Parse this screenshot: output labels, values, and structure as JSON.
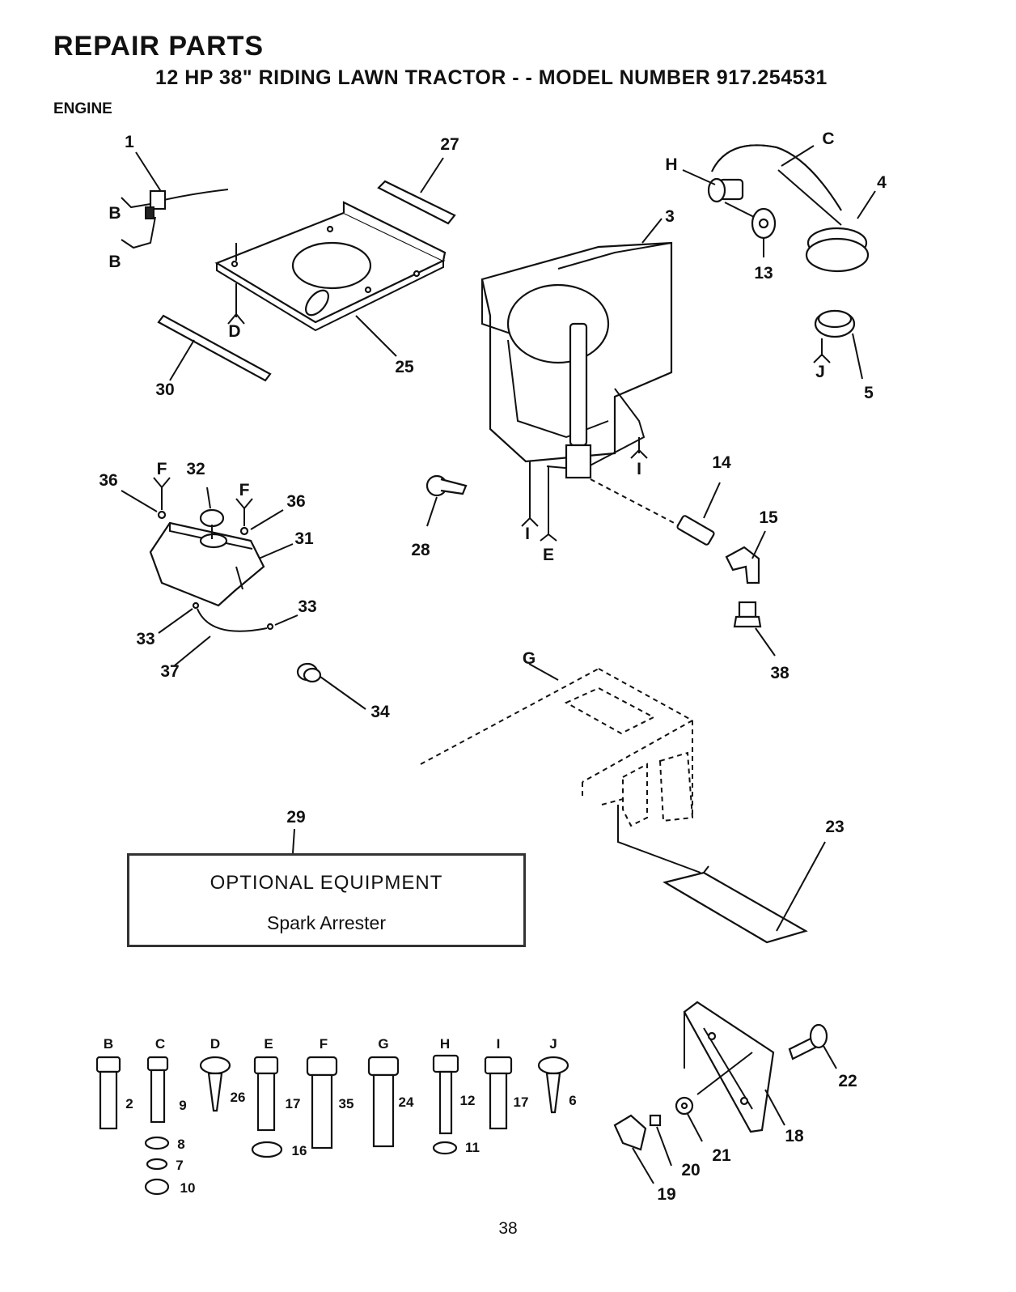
{
  "header": {
    "title": "REPAIR PARTS",
    "subtitle": "12 HP 38\" RIDING LAWN TRACTOR - - MODEL NUMBER 917.254531",
    "section": "ENGINE"
  },
  "callouts": [
    {
      "id": "c1",
      "text": "1"
    },
    {
      "id": "c27",
      "text": "27"
    },
    {
      "id": "c3",
      "text": "3"
    },
    {
      "id": "c4",
      "text": "4"
    },
    {
      "id": "cC",
      "text": "C"
    },
    {
      "id": "cH",
      "text": "H"
    },
    {
      "id": "c13",
      "text": "13"
    },
    {
      "id": "c5",
      "text": "5"
    },
    {
      "id": "cJ",
      "text": "J"
    },
    {
      "id": "cB1",
      "text": "B"
    },
    {
      "id": "cB2",
      "text": "B"
    },
    {
      "id": "cD",
      "text": "D"
    },
    {
      "id": "c25",
      "text": "25"
    },
    {
      "id": "c30",
      "text": "30"
    },
    {
      "id": "c36a",
      "text": "36"
    },
    {
      "id": "cF1",
      "text": "F"
    },
    {
      "id": "c32",
      "text": "32"
    },
    {
      "id": "cF2",
      "text": "F"
    },
    {
      "id": "c36b",
      "text": "36"
    },
    {
      "id": "c31",
      "text": "31"
    },
    {
      "id": "c33a",
      "text": "33"
    },
    {
      "id": "c33b",
      "text": "33"
    },
    {
      "id": "c37",
      "text": "37"
    },
    {
      "id": "c34",
      "text": "34"
    },
    {
      "id": "c28",
      "text": "28"
    },
    {
      "id": "cI1",
      "text": "I"
    },
    {
      "id": "cI2",
      "text": "I"
    },
    {
      "id": "cE",
      "text": "E"
    },
    {
      "id": "c14",
      "text": "14"
    },
    {
      "id": "c15",
      "text": "15"
    },
    {
      "id": "c38",
      "text": "38"
    },
    {
      "id": "cG",
      "text": "G"
    },
    {
      "id": "c29",
      "text": "29"
    },
    {
      "id": "c23",
      "text": "23"
    },
    {
      "id": "c22",
      "text": "22"
    },
    {
      "id": "c18",
      "text": "18"
    },
    {
      "id": "c21",
      "text": "21"
    },
    {
      "id": "c20",
      "text": "20"
    },
    {
      "id": "c19",
      "text": "19"
    }
  ],
  "optional_equipment": {
    "heading": "OPTIONAL EQUIPMENT",
    "item": "Spark Arrester"
  },
  "fasteners": [
    {
      "letter": "B",
      "part": "2"
    },
    {
      "letter": "C",
      "part": "9",
      "extras": [
        "8",
        "7",
        "10"
      ]
    },
    {
      "letter": "D",
      "part": "26"
    },
    {
      "letter": "E",
      "part": "17",
      "extras": [
        "16"
      ]
    },
    {
      "letter": "F",
      "part": "35"
    },
    {
      "letter": "G",
      "part": "24"
    },
    {
      "letter": "H",
      "part": "12",
      "extras": [
        "11"
      ]
    },
    {
      "letter": "I",
      "part": "17"
    },
    {
      "letter": "J",
      "part": "6"
    }
  ],
  "page_number": "38"
}
